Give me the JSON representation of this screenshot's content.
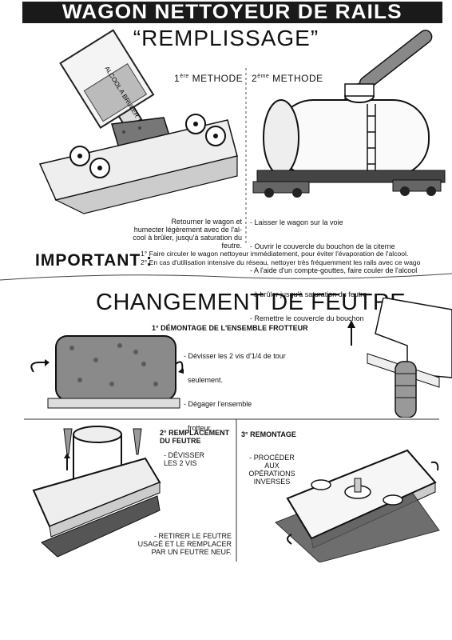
{
  "header": {
    "title": "WAGON NETTOYEUR DE RAILS",
    "subtitle": "“REMPLISSAGE”"
  },
  "methods": {
    "first": {
      "label": "METHODE",
      "ordinal": "1",
      "ordinal_suffix": "ère"
    },
    "second": {
      "label": "METHODE",
      "ordinal": "2",
      "ordinal_suffix": "ème"
    }
  },
  "bottle_label": "ALCOOL A BRULER",
  "first_method_text": [
    "Retourner le wagon et",
    "humecter légèrement avec de l'al-",
    "cool à brûler, jusqu'à saturation du feutre."
  ],
  "second_method_text": [
    "- Laisser le wagon sur la voie",
    "- Ouvrir le couvercle du bouchon de la citerne",
    "- A l'aide d'un compte-gouttes, faire couler de l'alcool",
    "  à brûler jusqu'à saturation du feutre",
    "- Remettre le couvercle du bouchon"
  ],
  "important": {
    "label": "IMPORTANT :",
    "notes": [
      "1° Faire circuler le wagon nettoyeur immédiatement, pour éviter l'évaporation de l'alcool.",
      "2° En cas d'utilisation intensive du réseau, nettoyer très fréquemment les rails avec ce wago"
    ]
  },
  "changement": {
    "title": "CHANGEMENT DE FEUTRE",
    "step1": {
      "title": "1° DÉMONTAGE DE L'ENSEMBLE FROTTEUR",
      "lines": [
        "- Dévisser les 2 vis d'1/4 de tour",
        "  seulement.",
        "- Dégager l'ensemble",
        "  frotteur."
      ]
    },
    "step2": {
      "title_lines": [
        "2° REMPLACEMENT",
        "DU FEUTRE"
      ],
      "lines_a": [
        "- DÉVISSER",
        "LES 2 VIS"
      ],
      "lines_b": [
        "- RETIRER LE FEUTRE",
        "USAGÉ ET LE REMPLACER",
        "PAR UN FEUTRE NEUF."
      ]
    },
    "step3": {
      "title": "3° REMONTAGE",
      "lines": [
        "- PROCÉDER AUX",
        "OPÉRATIONS",
        "INVERSES"
      ]
    }
  }
}
